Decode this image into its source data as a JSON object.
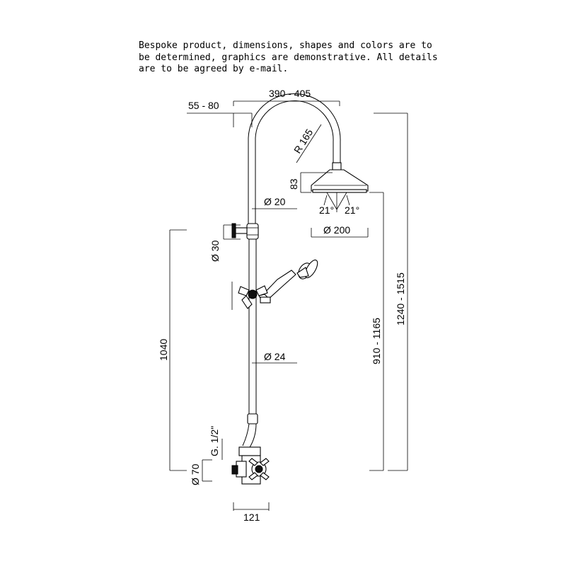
{
  "note": {
    "line1": "Bespoke product, dimensions, shapes and colors are to",
    "line2": "be determined, graphics are demonstrative. All details",
    "line3": "are to be agreed by e-mail."
  },
  "dimensions": {
    "offset": "55 - 80",
    "reach": "390  - 405",
    "radius": "R 165",
    "head_height": "83",
    "pipe_upper": "Ø 20",
    "angle_left": "21°",
    "angle_right": "21°",
    "head_diameter": "Ø 200",
    "bracket": "Ø 30",
    "pipe_lower": "Ø 24",
    "height_rail": "1040",
    "height_head": "910 - 1165",
    "height_total": "1240 - 1515",
    "thread": "G. 1/2\"",
    "valve_diameter": "Ø 70",
    "valve_width": "121"
  },
  "colors": {
    "line": "#000000",
    "background": "#ffffff"
  }
}
